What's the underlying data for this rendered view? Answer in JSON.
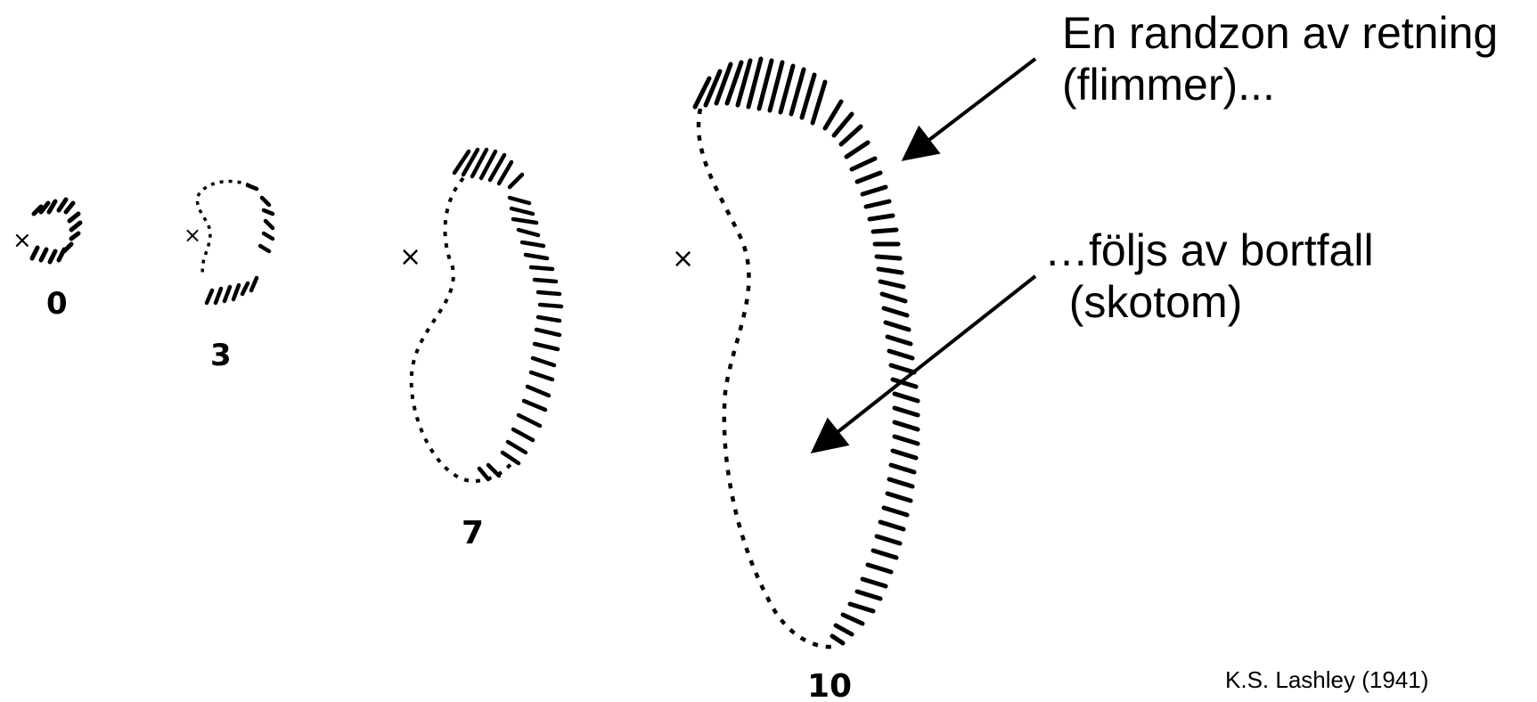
{
  "annotations": {
    "flicker_line1": "En randzon av retning",
    "flicker_line2": "(flimmer)...",
    "scotoma_line1": "…följs av bortfall",
    "scotoma_line2": "  (skotom)"
  },
  "stages": [
    {
      "label": "0"
    },
    {
      "label": "3"
    },
    {
      "label": "7"
    },
    {
      "label": "10"
    }
  ],
  "fixation_mark": "×",
  "credit": "K.S. Lashley (1941)"
}
